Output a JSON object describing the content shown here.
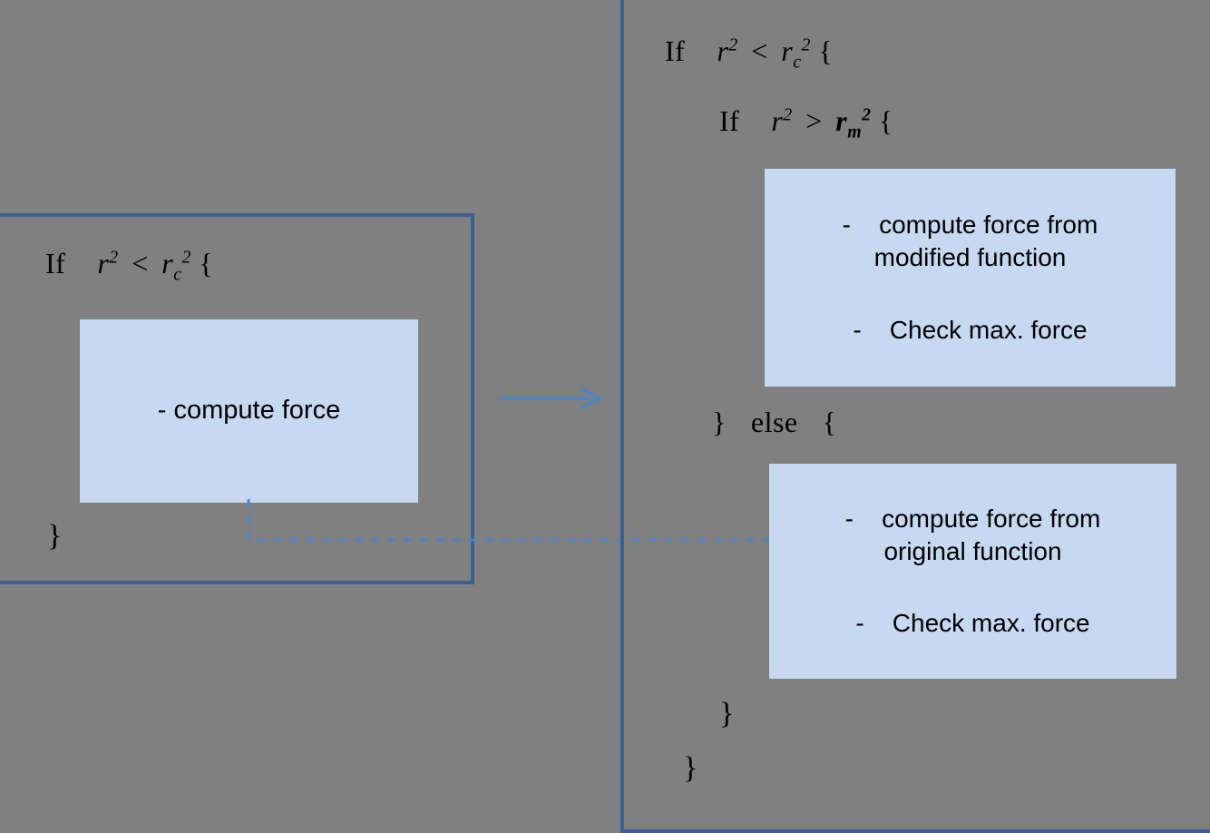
{
  "colors": {
    "background": "#808080",
    "panel_border": "#3d5f93",
    "action_box_fill": "#c6d9f1",
    "connector_blue": "#4a86c8",
    "text": "#000000"
  },
  "left_panel": {
    "name": "original-algorithm-panel",
    "code_lines": [
      {
        "id": "if-open",
        "keyword": "If",
        "lhs_var": "r",
        "lhs_exponent": "2",
        "operator": "<",
        "rhs_var": "r",
        "rhs_subscript": "c",
        "rhs_exponent": "2",
        "open_brace": "{",
        "plain_text": "If  r² < r_c² {"
      },
      {
        "id": "close-brace",
        "plain_text": "}"
      }
    ],
    "action_box": {
      "name": "compute-force-box",
      "lines": [
        "- compute force"
      ]
    }
  },
  "right_panel": {
    "name": "modified-algorithm-panel",
    "code_lines": [
      {
        "id": "outer-if",
        "keyword": "If",
        "lhs_var": "r",
        "lhs_exponent": "2",
        "operator": "<",
        "rhs_var": "r",
        "rhs_subscript": "c",
        "rhs_exponent": "2",
        "open_brace": "{",
        "plain_text": "If  r² < r_c² {"
      },
      {
        "id": "inner-if",
        "keyword": "If",
        "lhs_var": "r",
        "lhs_exponent": "2",
        "operator": ">",
        "rhs_var": "r",
        "rhs_subscript": "m",
        "rhs_exponent": "2",
        "open_brace": "{",
        "plain_text": "If  r² > r_m² {"
      },
      {
        "id": "else-clause",
        "plain_text": "} else {",
        "close_brace": "}",
        "keyword": "else",
        "open_brace": "{"
      },
      {
        "id": "inner-close-brace",
        "plain_text": "}"
      },
      {
        "id": "outer-close-brace",
        "plain_text": "}"
      }
    ],
    "action_boxes": [
      {
        "name": "modified-function-box",
        "lines": [
          "-    compute force from",
          "modified function",
          "-    Check max. force"
        ]
      },
      {
        "name": "original-function-box",
        "lines": [
          "-    compute force from",
          "original function",
          "-    Check max. force"
        ]
      }
    ]
  },
  "connectors": [
    {
      "name": "transform-arrow",
      "type": "solid-arrow",
      "direction": "right"
    },
    {
      "name": "branch-dashed-link",
      "type": "dashed-elbow"
    }
  ]
}
